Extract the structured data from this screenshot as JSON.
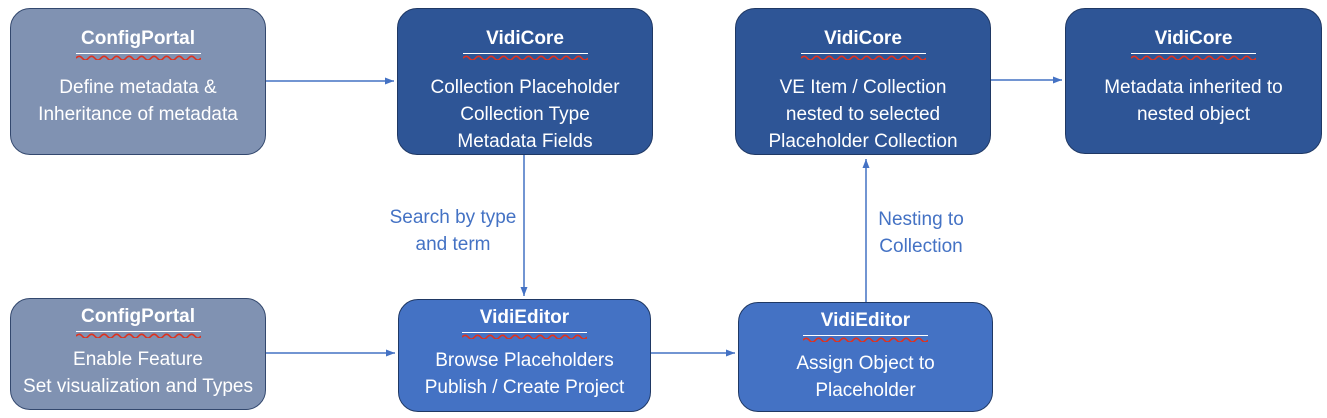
{
  "diagram": {
    "boxes": [
      {
        "variant": "configportal",
        "title": "ConfigPortal",
        "body": [
          "Define metadata &",
          "Inheritance of metadata"
        ]
      },
      {
        "variant": "vidicore",
        "title": "VidiCore",
        "body": [
          "Collection Placeholder",
          "Collection Type",
          "Metadata Fields"
        ]
      },
      {
        "variant": "vidicore",
        "title": "VidiCore",
        "body": [
          "VE Item / Collection",
          "nested to selected",
          "Placeholder Collection"
        ]
      },
      {
        "variant": "vidicore",
        "title": "VidiCore",
        "body": [
          "Metadata inherited to",
          "nested object"
        ]
      },
      {
        "variant": "configportal",
        "title": "ConfigPortal",
        "body": [
          "Enable Feature",
          "Set visualization and Types"
        ]
      },
      {
        "variant": "videditor",
        "title": "VidiEditor",
        "body": [
          "Browse Placeholders",
          "Publish / Create Project"
        ]
      },
      {
        "variant": "videditor",
        "title": "VidiEditor",
        "body": [
          "Assign Object to",
          "Placeholder"
        ]
      }
    ],
    "arrow_labels": {
      "search_by_type": {
        "lines": [
          "Search by type",
          "and term"
        ]
      },
      "nesting": {
        "lines": [
          "Nesting to",
          "Collection"
        ]
      }
    }
  },
  "colors": {
    "canvas_bg": "#ffffff",
    "configportal_fill": "#8092B2",
    "configportal_border": "#33486E",
    "vidicore_fill": "#2E5596",
    "vidicore_border": "#1F3864",
    "videditor_fill": "#4472C4",
    "videditor_border": "#1F3864",
    "arrow": "#4472C4",
    "label_text": "#4472C4",
    "box_text": "#FFFFFF",
    "spellcheck_red": "#E0321E"
  }
}
